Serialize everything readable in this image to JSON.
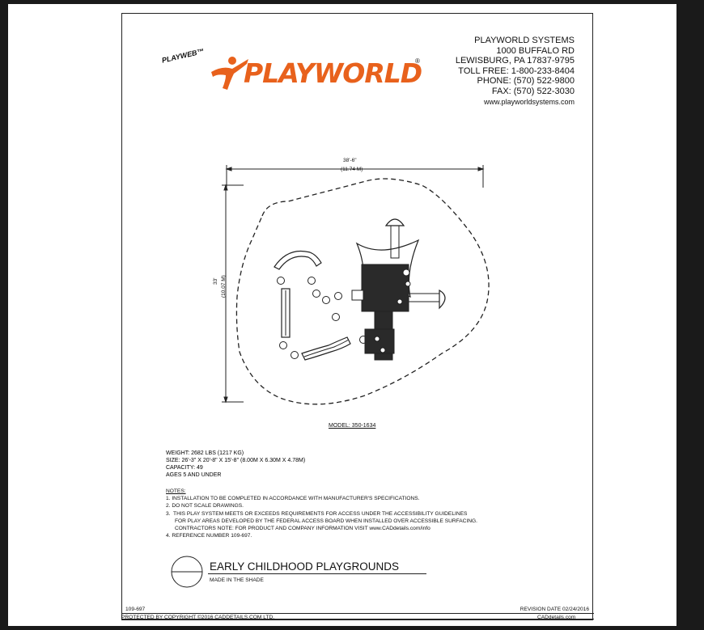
{
  "brand": {
    "badge": "PLAYWEB™",
    "logo_text": "PLAYWORLD",
    "registered": "®",
    "logo_color": "#e8611c"
  },
  "address": {
    "company": "PLAYWORLD SYSTEMS",
    "street": "1000 BUFFALO RD",
    "city": "LEWISBURG, PA 17837-9795",
    "toll_free": "TOLL FREE: 1-800-233-8404",
    "phone": "PHONE: (570) 522-9800",
    "fax": "FAX: (570) 522-3030",
    "website": "www.playworldsystems.com"
  },
  "drawing": {
    "width_imperial": "38'-6\"",
    "width_metric": "(11.74 M)",
    "height_imperial": "33'",
    "height_metric": "(10.07 M)"
  },
  "model": "MODEL: 350-1634",
  "specs": [
    "WEIGHT: 2682 LBS (1217 KG)",
    "SIZE: 26'-3\" X 20'-8\" X 15'-8\" (8.00M X 6.30M X 4.78M)",
    "CAPACITY: 49",
    "AGES 5 AND UNDER"
  ],
  "notes": {
    "heading": "NOTES:",
    "items": [
      "1.  INSTALLATION TO BE COMPLETED IN ACCORDANCE WITH MANUFACTURER'S SPECIFICATIONS.",
      "2.  DO NOT SCALE DRAWINGS.",
      "3.  THIS PLAY SYSTEM MEETS OR EXCEEDS REQUIREMENTS FOR ACCESS UNDER THE ACCESSIBILITY GUIDELINES",
      "      FOR PLAY AREAS DEVELOPED BY THE FEDERAL ACCESS BOARD WHEN INSTALLED OVER ACCESSIBLE SURFACING.",
      "      CONTRACTORS NOTE: FOR PRODUCT AND COMPANY INFORMATION VISIT www.CADdetails.com/info",
      "4.  REFERENCE NUMBER 109-697."
    ]
  },
  "title_block": {
    "title": "EARLY CHILDHOOD PLAYGROUNDS",
    "subtitle": "MADE IN THE SHADE"
  },
  "footer": {
    "reference": "109-697",
    "revision": "REVISION DATE 02/24/2016",
    "copyright": "PROTECTED BY COPYRIGHT ©2016 CADDETAILS.COM LTD.",
    "site": "CADdetails.com"
  }
}
